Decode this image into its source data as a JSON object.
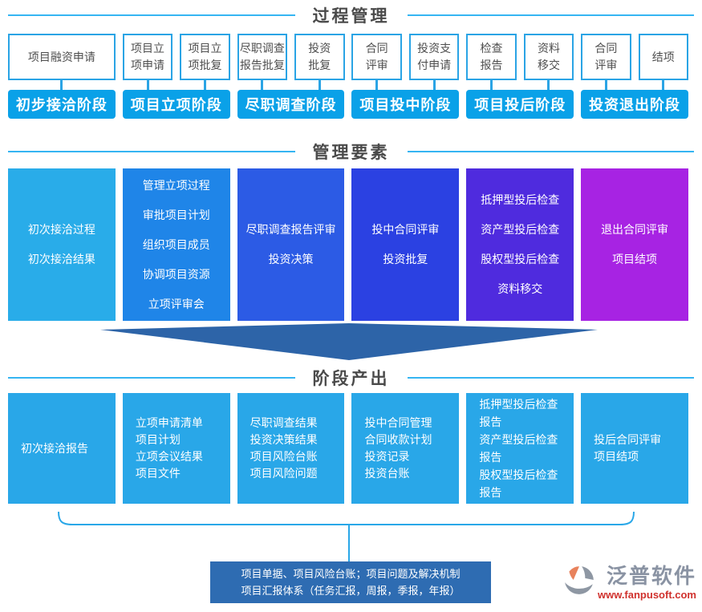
{
  "titles": {
    "process": "过程管理",
    "elements": "管理要素",
    "outputs": "阶段产出"
  },
  "process_columns": [
    {
      "stage": "初步接洽阶段",
      "boxes": [
        {
          "label": "项目融资申请"
        }
      ]
    },
    {
      "stage": "项目立项阶段",
      "boxes": [
        {
          "label": "项目立\n项申请"
        },
        {
          "label": "项目立\n项批复"
        }
      ]
    },
    {
      "stage": "尽职调查阶段",
      "boxes": [
        {
          "label": "尽职调查\n报告批复"
        },
        {
          "label": "投资\n批复"
        }
      ]
    },
    {
      "stage": "项目投中阶段",
      "boxes": [
        {
          "label": "合同\n评审"
        },
        {
          "label": "投资支\n付申请"
        }
      ]
    },
    {
      "stage": "项目投后阶段",
      "boxes": [
        {
          "label": "检查\n报告"
        },
        {
          "label": "资料\n移交"
        }
      ]
    },
    {
      "stage": "投资退出阶段",
      "boxes": [
        {
          "label": "合同\n评审"
        },
        {
          "label": "结项"
        }
      ]
    }
  ],
  "element_boxes": [
    {
      "text": "初次接洽过程\n初次接洽结果",
      "color": "#29ACE9"
    },
    {
      "text": "管理立项过程\n审批项目计划\n组织项目成员\n协调项目资源\n立项评审会",
      "color": "#1F85E8"
    },
    {
      "text": "尽职调查报告评审\n投资决策",
      "color": "#2C5BE5"
    },
    {
      "text": "投中合同评审\n投资批复",
      "color": "#2B41E2"
    },
    {
      "text": "抵押型投后检查\n资产型投后检查\n股权型投后检查\n资料移交",
      "color": "#4F2BDE"
    },
    {
      "text": "退出合同评审\n项目结项",
      "color": "#A723E3"
    }
  ],
  "output_boxes": [
    {
      "text": "初次接洽报告"
    },
    {
      "text": "立项申请清单\n项目计划\n立项会议结果\n项目文件"
    },
    {
      "text": "尽职调查结果\n投资决策结果\n项目风险台账\n项目风险问题"
    },
    {
      "text": "投中合同管理\n合同收款计划\n投资记录\n投资台账"
    },
    {
      "text": "抵押型投后检查\n报告\n资产型投后检查\n报告\n股权型投后检查\n报告"
    },
    {
      "text": "投后合同评审\n项目结项"
    }
  ],
  "summary_text": "项目单据、项目风险台账；项目问题及解决机制\n项目汇报体系（任务汇报，周报，季报，年报）",
  "logo": {
    "name": "泛普软件",
    "url": "www.fanpusoft.com"
  },
  "colors": {
    "accent_line": "#35B5F2",
    "stage_bar": "#0AA1E8",
    "box_border": "#2AA4E5",
    "output_box": "#29A7E8",
    "arrow": "#2D64A8",
    "summary_bg": "#2E6CB2",
    "title_text": "#4A4A4A",
    "logo_gray": "#8A93A3",
    "logo_red": "#D0312D"
  }
}
